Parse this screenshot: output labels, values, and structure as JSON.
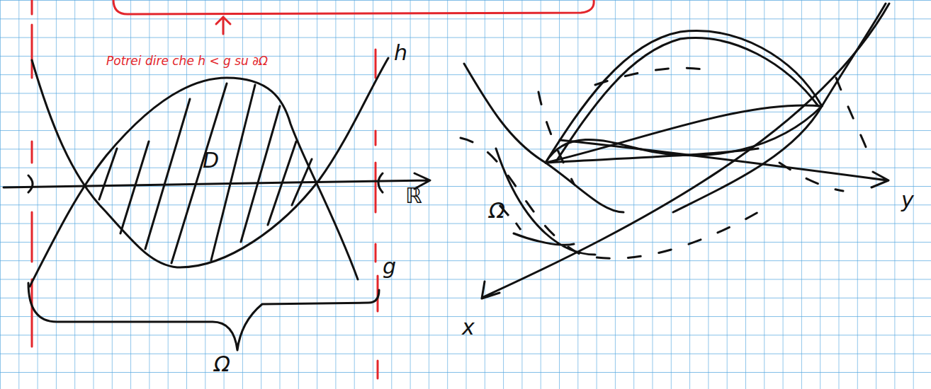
{
  "diagram": {
    "labels": [
      "Potrei dire che h < g su ∂Ω",
      "h",
      "D",
      "ℝ",
      "g",
      "Ω",
      "Ω",
      "x",
      "y"
    ]
  }
}
